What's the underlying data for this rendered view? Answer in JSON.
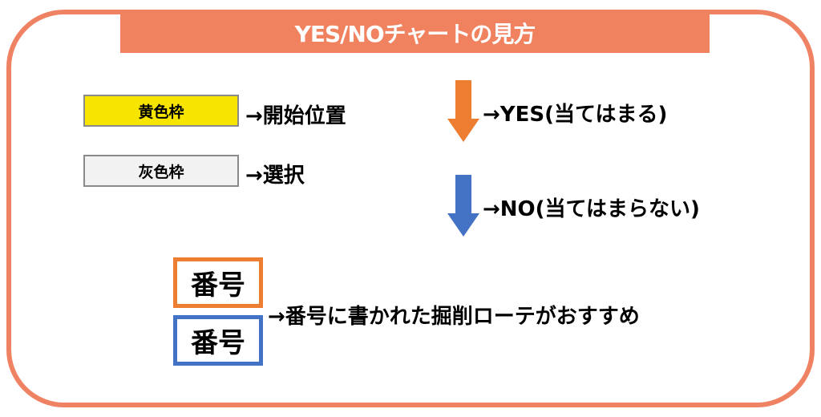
{
  "title": "YES/NOチャートの見方",
  "legend": {
    "yellow_box": "黄色枠",
    "yellow_desc": "→開始位置",
    "gray_box": "灰色枠",
    "gray_desc": "→選択",
    "yes_desc": "→YES(当てはまる)",
    "no_desc": "→NO(当てはまらない)",
    "num_orange": "番号",
    "num_blue": "番号",
    "num_desc": "→番号に書かれた掘削ローテがおすすめ"
  },
  "colors": {
    "accent": "#f1825f",
    "yes": "#ed7d31",
    "no": "#4472c4",
    "start": "#f7e500",
    "select": "#f2f2f2"
  }
}
